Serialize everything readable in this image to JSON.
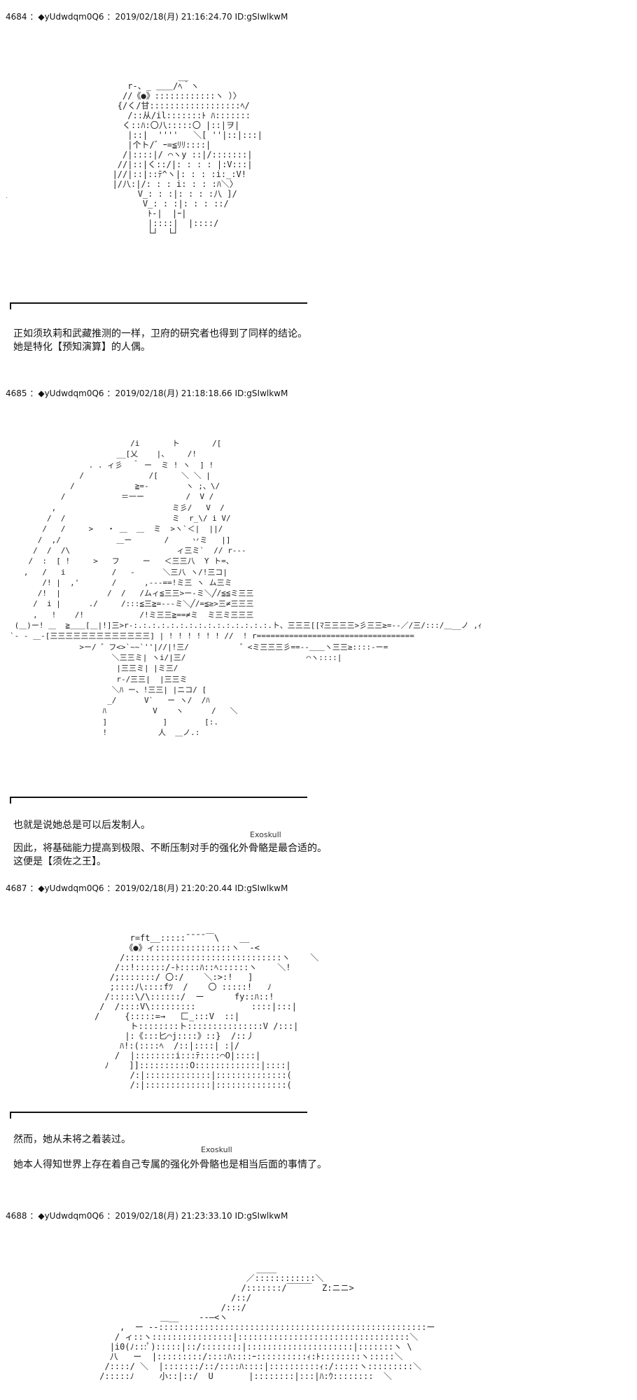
{
  "posts": [
    {
      "header": "4684 ：◆yUdwdqm0Q6 ：2019/02/18(月) 21:16:24.70 ID:gSIwlkwM",
      "art": "                    __\n          r-、_ ＿＿/ﾍ｀ヽ\n         //《●》::::::::::::ヽ ）〉\n        {/く/甘::::::::::::::::::ﾍ/\n          /::从/il:::::::ﾄ ﾊ:::::::\n         く::ﾊ:〇八:::::〇 |::|ヲ|\n          |::|  ''''   ＼[ ''|::|:::|\n          |个ト/゛ｰ=≦ﾘﾘ::::|\n         /|::::|/ ⌒ヽy ::|/:::::::|\n        //|::|く::/|: : : : |:V:::|\n       |//|::|::ﾃ^ヽ|: : : :i:_:V!\n       |/八:|/: : : i: : : :ﾊ＼〉\n            V_: : :|: : : :八 ]/\n             V_: : :|: : : ::/\n              ﾄ-|  |ｰ|\n              |::::|  |::::/\n              └┘  └┘",
      "lines": [
        "正如须玖莉和武藏推测的一样，卫府的研究者也得到了同样的结论。",
        "她是特化【预知演算】的人偶。"
      ]
    },
    {
      "header": "4685 ：◆yUdwdqm0Q6 ：2019/02/18(月) 21:18:18.66 ID:gSIwlkwM",
      "art": "                          /i       ト       /[\n                       __[乂    |、    /!\n                 . . ィ彡  ＾ ー  ミ ! ヽ  ] !\n               /              /[     ＼ ＼ |\n             /             ≧=-        ヽ ;、\\/\n           /            ＝一ー         /  V /\n         ,                         ミ彡/   V  /\n        /  /                       ミ  r_\\/ i V/\n       /   /     >   ・ ＿  ＿  ミ  >ヽ`＜|  ||/\n      /  ,/            ＿ー       /     丷ミ   |]\n     /  /  /\\                       ィ三ミ`  // r---\n    /  :  [ !     >   フ     ー   ＜三三八  Y ト=、\n   ,   /   i          /   -      ＼三八 ヽ/!三コ|\n       /! |  ,'       /      ,---==!ミ三 ヽ ム三ミ\n      /!  |          /  /   /ムィ≦三三>ー-ミ＼╱/≦≦ミ三三\n     /  i |      ./     /:::≦三≧=---ミ＼╱/=≦≥>三≠三三三\n     ,   !    /!            /!ミ三三≧==≠ミ  ミ三ミ三三三\n (＿)ー! ＿  ≧＿＿[＿|!]三>r-:.:.:.:.:.:.:.:.:.:.:.:.:.:.:.ト、三三三[[ﾏ三三三三>彡三三≥=--／/三/:::/＿__ノ ,ｨ\n`- ‐ ＿-[三三三三三三三三三三三三三] | ! ! ! ! ! ! //  ! r==================================\n               >ー/ ゛フ<>`~~`''|//|!三/           ゛<ミ三三三彡==--＿＿ヽ三三≥::::‐ー=\n                      ＼三三ミ| ヽi/|三/                          ⌒ヽ::::|\n                       |三三ミ| |ミ三/\n                       r-/三三|  |三三ミ\n                      ＼ﾊ ー、!三三| |ニコ/ [\n                     _/      V`   ー ヽ/  /ﾊ\n                    ﾊ          V    ヽ      /   ＼\n                    ]            ]        [:.\n                    !           人  ＿ノ.:",
      "lines": [
        "也就是说她总是可以后发制人。",
        "因此，将基础能力提高到极限、不断压制对手的强化外骨骼是最合适的。",
        "这便是【须佐之王】。"
      ],
      "ruby": "Exoskull"
    },
    {
      "header": "4687 ：◆yUdwdqm0Q6 ：2019/02/18(月) 21:20:20.44 ID:gSIwlkwM",
      "art": "                r=ft__:::::¯¯¯¯￣\\    __\n               《●》ィ:::::::::::::::ヽ  -<\n              /:::::::::::::::::::::::::::::::ヽ    ＼\n             /::!::::::/-ﾄ::::ﾊ::ﾍ::::::ヽ    ＼!\n            /;:::::::/ 〇:/    ＼:>:!   ]\n            ;::::八::::fﾂ  /    〇 :::::!   ﾉ\n           /:::::\\/\\::::::/  ー      fy::ﾊ::!\n          /  /::::V\\:::::::::           ::::|:::|\n         /     {:::::=→   匚_:::V  ::|\n                ト::::::::ト:::::::::::::::V /:::|\n               |:《:::匕⌒j::::》::}  /::丿\n              ﾊ!:(::::ﾍ  /::|::::| :|/\n             /  |::::::::i:::ﾃ::::⌒O|::::|\n           ﾉ    ]]::::::::::O:::::::::::::|::::|\n                /:|:::::::::::::|::::::::::::::(\n                /:|:::::::::::::|::::::::::::::(",
      "lines": [
        "然而，她从未将之着装过。",
        "她本人得知世界上存在着自己专属的强化外骨骼也是相当后面的事情了。"
      ],
      "ruby": "Exoskull"
    },
    {
      "header": "4688 ：◆yUdwdqm0Q6 ：2019/02/18(月) 21:23:33.10 ID:gSIwlkwM",
      "art": "                                         ____\n                                       ／::::::::::::＼\n                                      /:::::::/￣￣￣  Z:ニニ>\n                                    /::/\n                                  /:::/\n                      ＿__    --―<ヽ\n              ,  ー --:::::::::::::::::::::::::::::::::::::::::::::::::::::ー\n             / ィ::ヽ::::::::::::::::|::::::::::::::::::::::::::::::::::＼\n            |i0(ﾉ:::ﾟ):::::|::/::::::::|:::::::::::::::::::::|:::::::ヽ \\\n            八   ー  |:::::::::/::::ﾊ::::ｰ::::::::::ｨ:ﾄ::::::::ヽ:::::＼\n           /::::/ ＼  |:::::::/::/::::ﾊ::::|::::::::::ｨ:/:::::ヽ:::::::::＼\n          /:::::ﾉ     小::|::/  U       |::::::::|:::|ﾊ:ｳ::::::::  ＼"
    }
  ]
}
